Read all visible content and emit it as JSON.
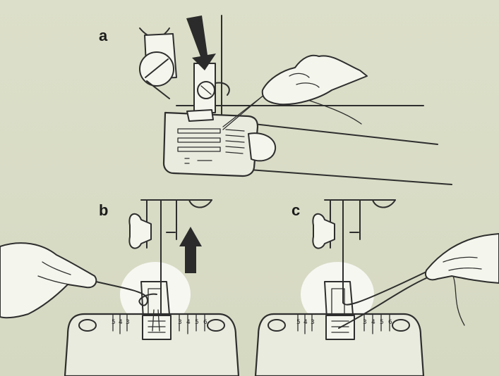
{
  "panels": {
    "a": {
      "label": "a"
    },
    "b": {
      "label": "b",
      "scale": [
        "5",
        "4",
        "3",
        "3",
        "4",
        "5",
        "6"
      ]
    },
    "c": {
      "label": "c",
      "scale": [
        "5",
        "4",
        "3",
        "3",
        "4",
        "5",
        "6"
      ]
    }
  },
  "icons": {
    "down_arrow": "down-arrow-icon",
    "up_arrow": "up-arrow-icon"
  },
  "colors": {
    "background": "#d9dcc6",
    "line": "#2e2e2e",
    "arrow": "#2b2b2b",
    "highlight": "#f7f7f2"
  }
}
